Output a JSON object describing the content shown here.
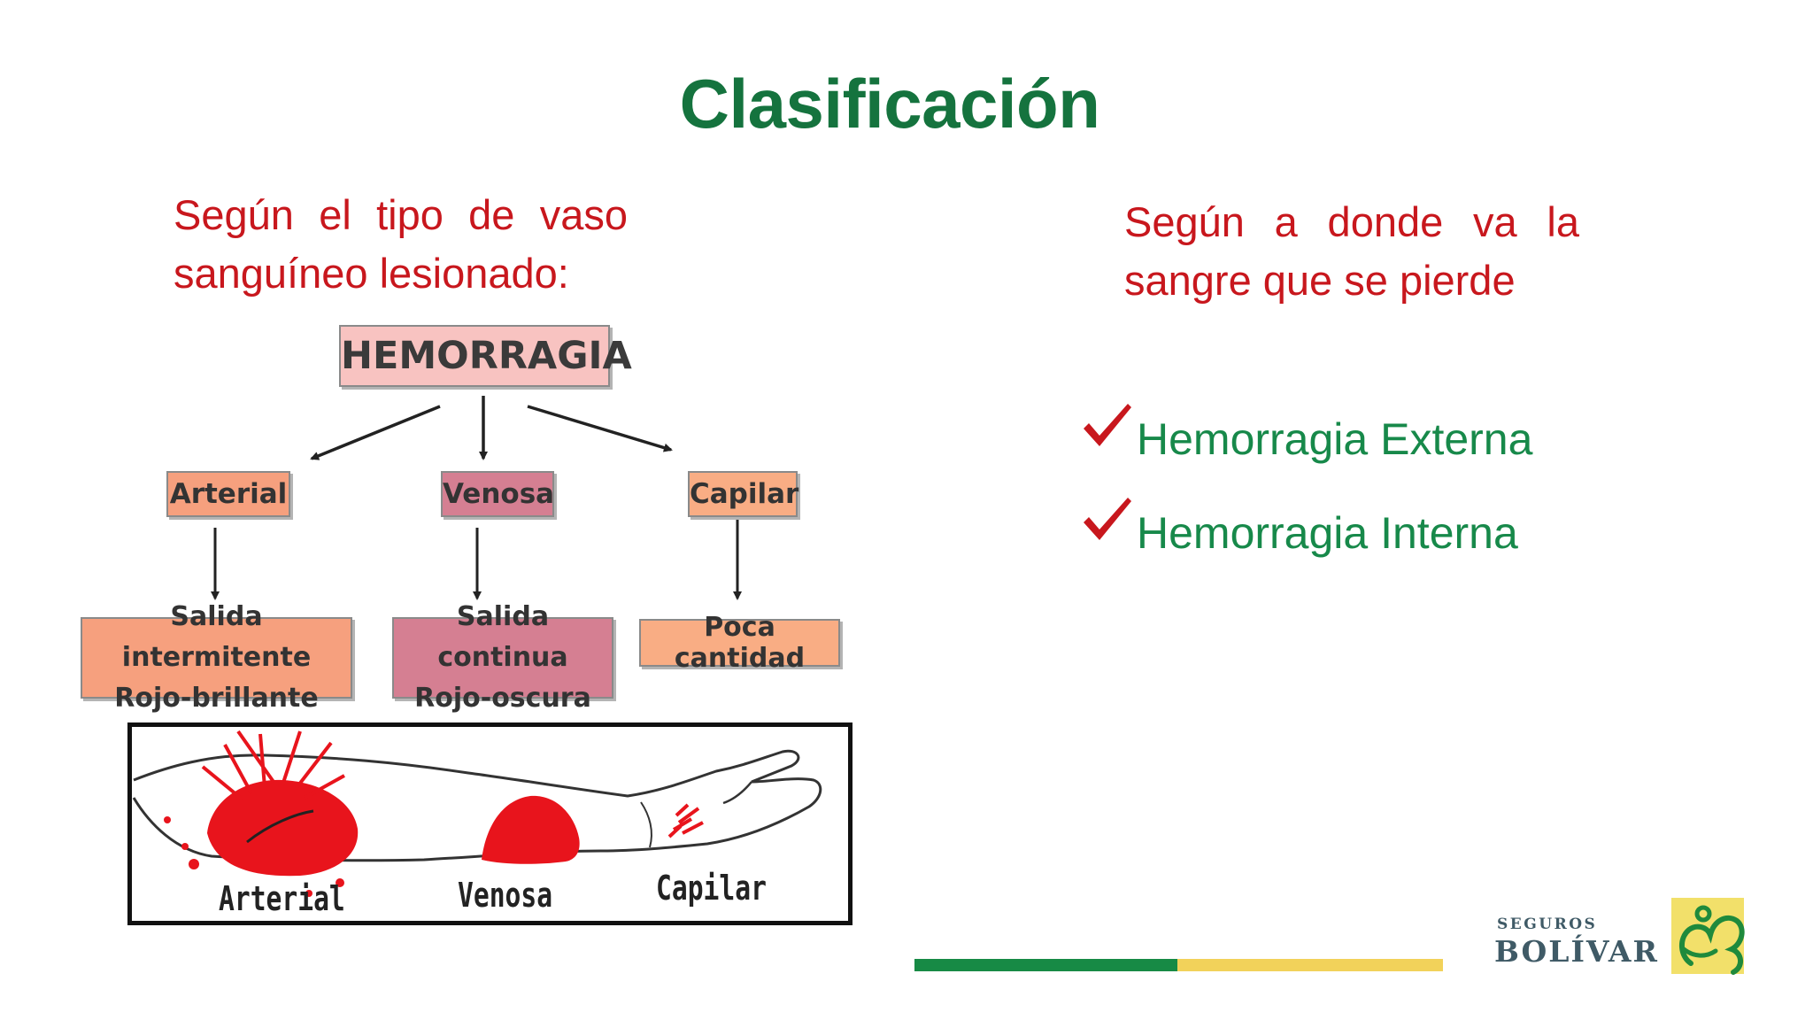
{
  "slide": {
    "title": "Clasificación"
  },
  "left": {
    "heading": "Según el tipo de vaso sanguíneo lesionado:"
  },
  "diagram": {
    "root": "HEMORRAGIA",
    "types": [
      {
        "label": "Arterial",
        "detail": [
          "Salida intermitente",
          "Rojo-brillante"
        ]
      },
      {
        "label": "Venosa",
        "detail": [
          "Salida continua",
          "Rojo-oscura"
        ]
      },
      {
        "label": "Capilar",
        "detail": [
          "Poca cantidad"
        ]
      }
    ]
  },
  "illustration": {
    "labels": [
      "Arterial",
      "Venosa",
      "Capilar"
    ]
  },
  "right": {
    "heading": "Según a donde va la sangre que se pierde",
    "bullets": [
      "Hemorragia Externa",
      "Hemorragia Interna"
    ]
  },
  "logo": {
    "small": "SEGUROS",
    "big": "BOLÍVAR"
  },
  "colors": {
    "title": "#15733e",
    "heading": "#c8171d",
    "bullet": "#17894a",
    "check": "#c8171d",
    "stripe_green": "#178a45",
    "stripe_yellow": "#f2d25a",
    "blood": "#e8141c"
  }
}
